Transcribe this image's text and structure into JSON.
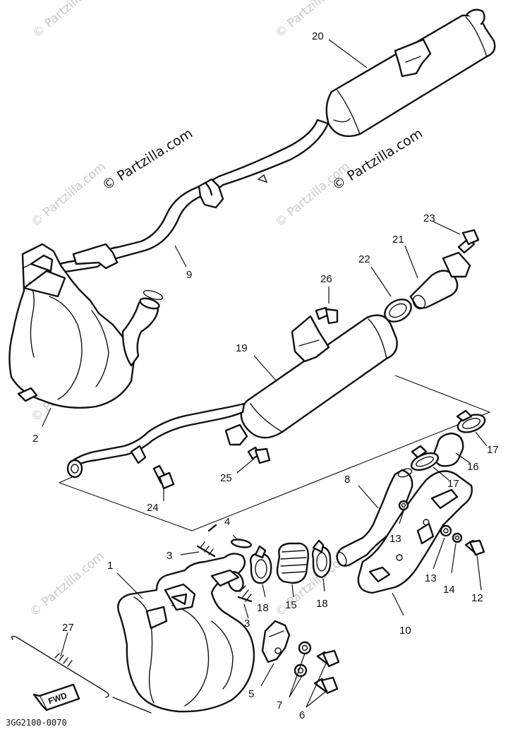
{
  "watermark": {
    "text": "© Partzilla.com"
  },
  "callouts": [
    "1",
    "2",
    "3",
    "3",
    "4",
    "5",
    "6",
    "7",
    "8",
    "9",
    "10",
    "12",
    "13",
    "13",
    "14",
    "15",
    "16",
    "17",
    "17",
    "18",
    "18",
    "19",
    "20",
    "21",
    "22",
    "23",
    "24",
    "25",
    "26",
    "27"
  ],
  "fwd_label": "FWD",
  "diagram_code": "3GG2100-0070"
}
